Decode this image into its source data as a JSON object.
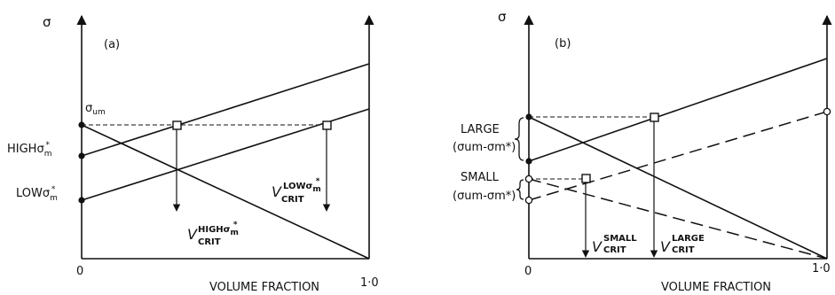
{
  "panel_a": {
    "label": "(a)",
    "y_axis": "σ",
    "origin": "0",
    "x_axis": "VOLUME FRACTION",
    "x_end": "1·0",
    "sigma_um": "σ",
    "sigma_um_sub": "um",
    "high_label": "HIGHσ",
    "low_label": "LOWσ",
    "m_sub": "m",
    "star": "*",
    "v": "V",
    "crit": "CRIT",
    "high_sup": "HIGHσ",
    "low_sup": "LOWσ"
  },
  "panel_b": {
    "label": "(b)",
    "y_axis": "σ",
    "origin": "0",
    "x_axis": "VOLUME FRACTION",
    "x_end": "1·0",
    "large": "LARGE",
    "small": "SMALL",
    "paren_expr": "(σum-σm*)",
    "v": "V",
    "crit": "CRIT",
    "small_sup": "SMALL",
    "large_sup": "LARGE"
  }
}
